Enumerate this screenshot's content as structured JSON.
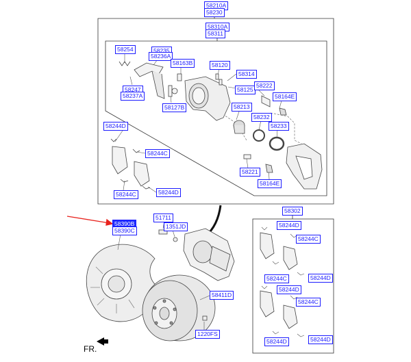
{
  "diagram": {
    "part_labels": {
      "l58210A": "58210A",
      "l58230": "58230",
      "l58310A": "58310A",
      "l58311": "58311",
      "l58254": "58254",
      "l58235": "58235",
      "l58236A": "58236A",
      "l58163B": "58163B",
      "l58120": "58120",
      "l58314": "58314",
      "l58247": "58247",
      "l58237A": "58237A",
      "l58125": "58125",
      "l58222": "58222",
      "l58164E_top": "58164E",
      "l58127B": "58127B",
      "l58213": "58213",
      "l58232": "58232",
      "l58233": "58233",
      "l58244D_a": "58244D",
      "l58244C_a": "58244C",
      "l58221": "58221",
      "l58164E_b": "58164E",
      "l58244C_b": "58244C",
      "l58244D_b": "58244D",
      "l58302": "58302",
      "l51711": "51711",
      "l1351JD": "1351JD",
      "l58390B": "58390B",
      "l58390C": "58390C",
      "l58244D_r1": "58244D",
      "l58244C_r1": "58244C",
      "l58244C_r2": "58244C",
      "l58244D_r2": "58244D",
      "l58244D_r3": "58244D",
      "l58244C_r3": "58244C",
      "l58411D": "58411D",
      "l1220FS": "1220FS",
      "l58244D_r4": "58244D",
      "l58244D_r5": "58244D"
    },
    "direction_label": "FR.",
    "colors": {
      "label_border": "#1a1aff",
      "label_highlight": "#1e2bff",
      "pointer_arrow": "#e8231e",
      "line": "#333333"
    }
  }
}
